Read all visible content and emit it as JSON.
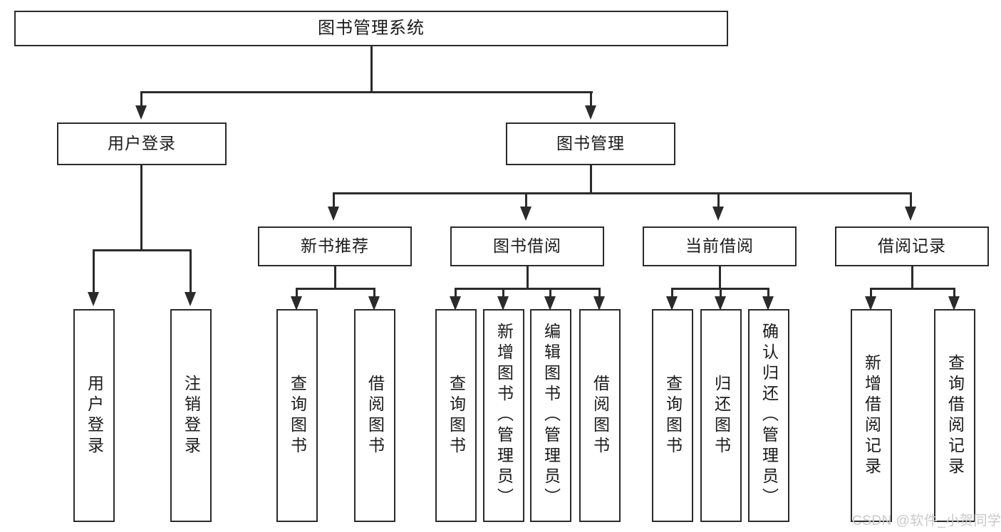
{
  "diagram": {
    "title": "图书管理系统",
    "type": "tree-hierarchy",
    "root": {
      "label": "图书管理系统"
    },
    "level1": [
      {
        "label": "用户登录"
      },
      {
        "label": "图书管理"
      }
    ],
    "level2": [
      {
        "label": "新书推荐"
      },
      {
        "label": "图书借阅"
      },
      {
        "label": "当前借阅"
      },
      {
        "label": "借阅记录"
      }
    ],
    "leaves": {
      "user_login": [
        {
          "label": "用户登录"
        },
        {
          "label": "注销登录"
        }
      ],
      "new_book_recommend": [
        {
          "label": "查询图书"
        },
        {
          "label": "借阅图书"
        }
      ],
      "book_borrow": [
        {
          "label": "查询图书"
        },
        {
          "label": "新增图书（管理员）"
        },
        {
          "label": "编辑图书（管理员）"
        },
        {
          "label": "借阅图书"
        }
      ],
      "current_borrow": [
        {
          "label": "查询图书"
        },
        {
          "label": "归还图书"
        },
        {
          "label": "确认归还（管理员）"
        }
      ],
      "borrow_record": [
        {
          "label": "新增借阅记录"
        },
        {
          "label": "查询借阅记录"
        }
      ]
    }
  },
  "watermark": {
    "text": "CSDN @软件_小贺同学"
  },
  "colors": {
    "stroke": "#2b2b2b",
    "fill": "#ffffff",
    "text": "#1a1a1a",
    "watermark": "#c9c9c9"
  }
}
